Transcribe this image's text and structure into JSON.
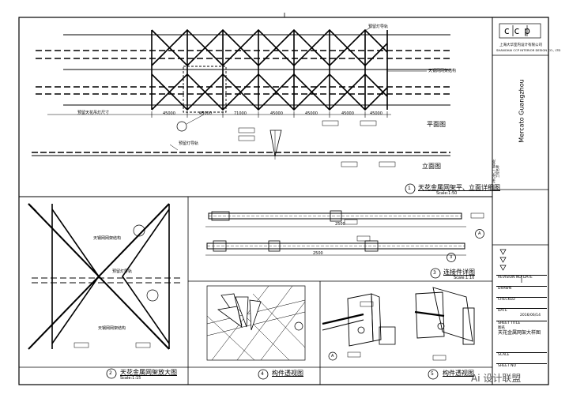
{
  "main_view": {
    "title": "天花金属网架平、立面详细图",
    "scale": "Scale:1:50",
    "index": "1",
    "plan_label": "平面图",
    "elevation_label": "立面图",
    "dims": [
      "45000",
      "45000",
      "71000",
      "45000",
      "45000",
      "45000",
      "45000"
    ],
    "note_top": "预留灯导轨",
    "note_right": "天钢网网架结构",
    "note_left": "预留天花吊灯尺寸",
    "note_elev": "预留灯导轨"
  },
  "detail_2": {
    "index": "2",
    "title": "天花金属网架放大图",
    "scale": "Scale:1:15",
    "note1": "天钢网网架结构",
    "note2": "预留灯导轨",
    "note3": "天钢网网架结构"
  },
  "detail_3": {
    "index": "3",
    "title": "连接件详图",
    "scale": "Scale:1:10",
    "dim_top": "2500",
    "dim_bottom": "2500",
    "marker_a": "A",
    "marker_3": "3"
  },
  "detail_4": {
    "index": "4",
    "title": "构件透视图"
  },
  "detail_5": {
    "index": "5",
    "title": "构件透视图",
    "marker_a": "A"
  },
  "title_block": {
    "logo": "ccp",
    "company": "上海大华室内设计有限公司",
    "company_en": "SHANGHAI CCP INTERIOR DESIGN CO., LTD",
    "project": "Mercato Guangzhou",
    "project_name_label": "PROJECT NAME",
    "project_name_cn": "工程名称",
    "revision_label": "REVISION NO",
    "date_label": "DATE",
    "drawn_label": "DRAWN",
    "checked_label": "CHECKED",
    "sheet_date_label": "DATE",
    "sheet_date": "2016/06/14",
    "sheet_title_label": "SHEET TITLE",
    "sheet_title_cn": "图名",
    "sheet_title": "天花金属网架大样图",
    "scale_label": "SCALE",
    "sheet_no_label": "SHEET NO",
    "watermark": "Ai 设计联盟"
  }
}
